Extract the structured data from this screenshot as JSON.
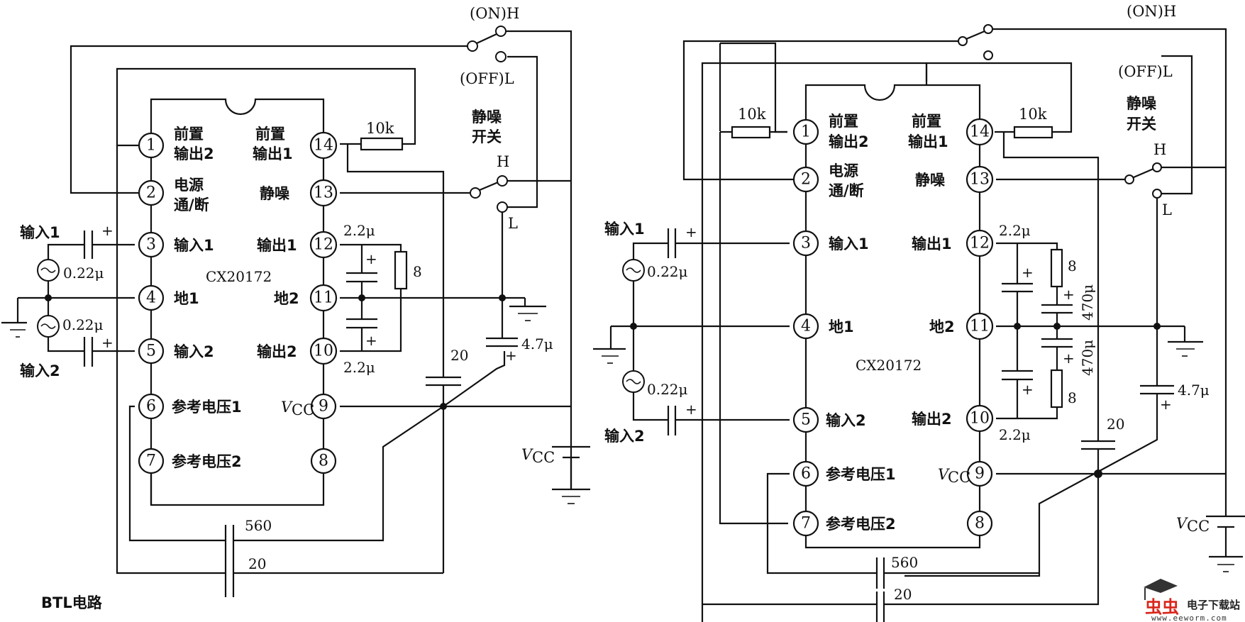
{
  "caption": "BTL电路",
  "ic_part": "CX20172",
  "circuits": {
    "left": {
      "pins_left": [
        {
          "no": "1",
          "label": [
            "前置",
            "输出2"
          ]
        },
        {
          "no": "2",
          "label": [
            "电源",
            "通/断"
          ]
        },
        {
          "no": "3",
          "label": [
            "输入1"
          ]
        },
        {
          "no": "4",
          "label": [
            "地1"
          ]
        },
        {
          "no": "5",
          "label": [
            "输入2"
          ]
        },
        {
          "no": "6",
          "label": [
            "参考电压1"
          ]
        },
        {
          "no": "7",
          "label": [
            "参考电压2"
          ]
        }
      ],
      "pins_right": [
        {
          "no": "14",
          "label": [
            "前置",
            "输出1"
          ]
        },
        {
          "no": "13",
          "label": [
            "静噪"
          ]
        },
        {
          "no": "12",
          "label": [
            "输出1"
          ]
        },
        {
          "no": "11",
          "label": [
            "地2"
          ]
        },
        {
          "no": "10",
          "label": [
            "输出2"
          ]
        },
        {
          "no": "9",
          "label": [
            "V",
            "CC"
          ]
        },
        {
          "no": "8",
          "label": []
        }
      ],
      "power_switch": {
        "on_label": "(ON)H",
        "off_label": "(OFF)L"
      },
      "mute_switch": {
        "label": [
          "静噪",
          "开关"
        ],
        "h": "H",
        "l": "L"
      },
      "components": {
        "r_feedback": "10k",
        "c_out1": "2.2μ",
        "c_out2": "2.2μ",
        "r_load": "8",
        "c_in1": "0.22μ",
        "c_in2": "0.22μ",
        "c_20": "20",
        "c_47": "4.7μ",
        "c_560": "560",
        "c_20b": "20"
      },
      "inputs": {
        "in1": "输入1",
        "in2": "输入2"
      },
      "vcc": {
        "v": "V",
        "sub": "CC"
      }
    },
    "right": {
      "pins_left": [
        {
          "no": "1",
          "label": [
            "前置",
            "输出2"
          ]
        },
        {
          "no": "2",
          "label": [
            "电源",
            "通/断"
          ]
        },
        {
          "no": "3",
          "label": [
            "输入1"
          ]
        },
        {
          "no": "4",
          "label": [
            "地1"
          ]
        },
        {
          "no": "5",
          "label": [
            "输入2"
          ]
        },
        {
          "no": "6",
          "label": [
            "参考电压1"
          ]
        },
        {
          "no": "7",
          "label": [
            "参考电压2"
          ]
        }
      ],
      "pins_right": [
        {
          "no": "14",
          "label": [
            "前置",
            "输出1"
          ]
        },
        {
          "no": "13",
          "label": [
            "静噪"
          ]
        },
        {
          "no": "12",
          "label": [
            "输出1"
          ]
        },
        {
          "no": "11",
          "label": [
            "地2"
          ]
        },
        {
          "no": "10",
          "label": [
            "输出2"
          ]
        },
        {
          "no": "9",
          "label": [
            "V",
            "CC"
          ]
        },
        {
          "no": "8",
          "label": []
        }
      ],
      "power_switch": {
        "on_label": "(ON)H",
        "off_label": "(OFF)L"
      },
      "mute_switch": {
        "label": [
          "静噪",
          "开关"
        ],
        "h": "H",
        "l": "L"
      },
      "components": {
        "r_feedback1": "10k",
        "r_feedback2": "10k",
        "c_out1": "2.2μ",
        "c_out2": "2.2μ",
        "r_load1": "8",
        "r_load2": "8",
        "c_470a": "470μ",
        "c_470b": "470μ",
        "c_in1": "0.22μ",
        "c_in2": "0.22μ",
        "c_20": "20",
        "c_47": "4.7μ",
        "c_560": "560",
        "c_20b": "20"
      },
      "inputs": {
        "in1": "输入1",
        "in2": "输入2"
      },
      "vcc": {
        "v": "V",
        "sub": "CC"
      }
    }
  },
  "watermark": {
    "logo": "虫虫",
    "title": "电子下载站",
    "url": "www.eeworm.com",
    "logo_color": "#d9261c"
  }
}
